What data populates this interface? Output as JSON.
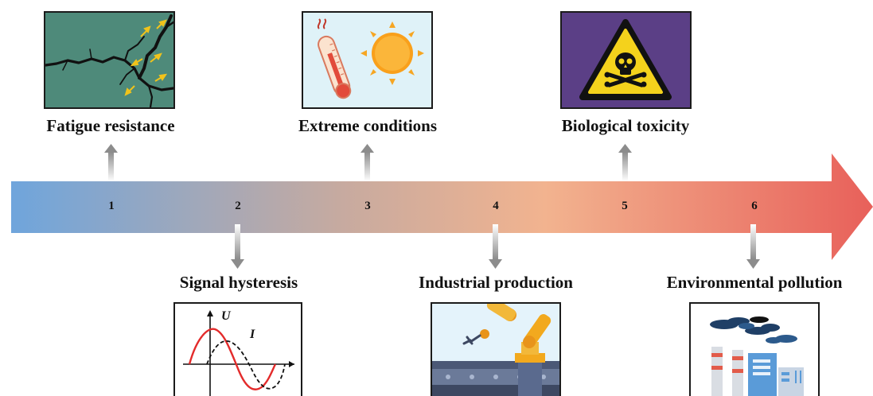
{
  "timeline": {
    "items": [
      {
        "number": "1",
        "label": "Fatigue resistance",
        "icon": "cracked-surface-icon"
      },
      {
        "number": "2",
        "label": "Signal hysteresis",
        "icon": "hysteresis-waveform-icon"
      },
      {
        "number": "3",
        "label": "Extreme conditions",
        "icon": "thermometer-sun-icon"
      },
      {
        "number": "4",
        "label": "Industrial production",
        "icon": "robotic-arm-icon"
      },
      {
        "number": "5",
        "label": "Biological toxicity",
        "icon": "toxic-hazard-icon"
      },
      {
        "number": "6",
        "label": "Environmental pollution",
        "icon": "factory-smoke-icon"
      }
    ],
    "arrow_gradient": [
      "#6fa5dc",
      "#c0a9a3",
      "#f2b38f",
      "#e9625a"
    ]
  },
  "hysteresis_plot": {
    "voltage_label": "U",
    "current_label": "I"
  }
}
